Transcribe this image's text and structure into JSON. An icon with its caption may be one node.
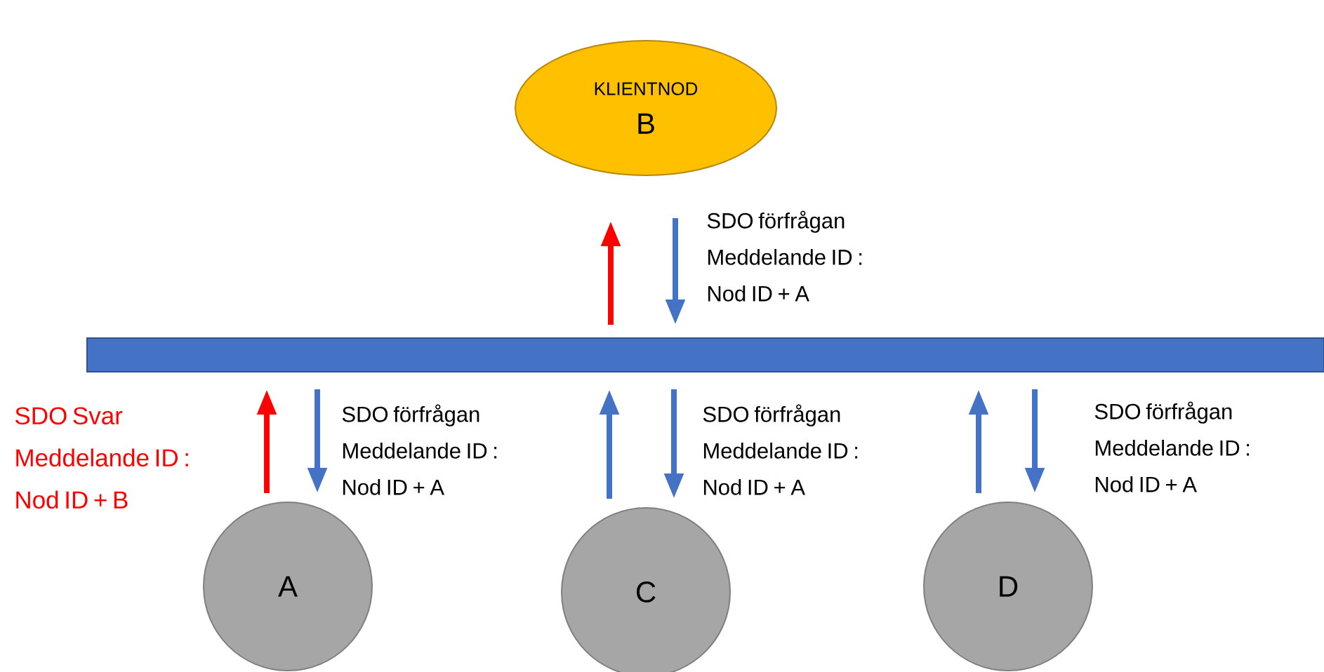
{
  "diagram": {
    "nodes": [
      {
        "text": [
          "KLIENTNOD",
          "B"
        ]
      },
      {
        "text": [],
        "shape": "bar"
      },
      {
        "text": [
          "A"
        ]
      },
      {
        "text": [
          "C"
        ]
      },
      {
        "text": [
          "D"
        ]
      }
    ],
    "edges": [
      {
        "from": 1,
        "to": 0,
        "arrow": "to",
        "color": "#ff0000"
      },
      {
        "from": 0,
        "to": 1,
        "arrow": "to",
        "label": "SDO förfrågan Meddelande ID : Nod ID + A"
      },
      {
        "from": 2,
        "to": 1,
        "arrow": "to",
        "color": "#ff0000",
        "label": "SDO Svar Meddelande ID : Nod ID + B"
      },
      {
        "from": 1,
        "to": 2,
        "arrow": "to",
        "label": "SDO förfrågan Meddelande ID : Nod ID + A"
      },
      {
        "from": 3,
        "to": 1,
        "arrow": "to"
      },
      {
        "from": 1,
        "to": 3,
        "arrow": "to",
        "label": "SDO förfrågan Meddelande ID : Nod ID + A"
      },
      {
        "from": 4,
        "to": 1,
        "arrow": "to"
      },
      {
        "from": 1,
        "to": 4,
        "arrow": "to",
        "label": "SDO förfrågan Meddelande ID : Nod ID + A"
      }
    ]
  }
}
